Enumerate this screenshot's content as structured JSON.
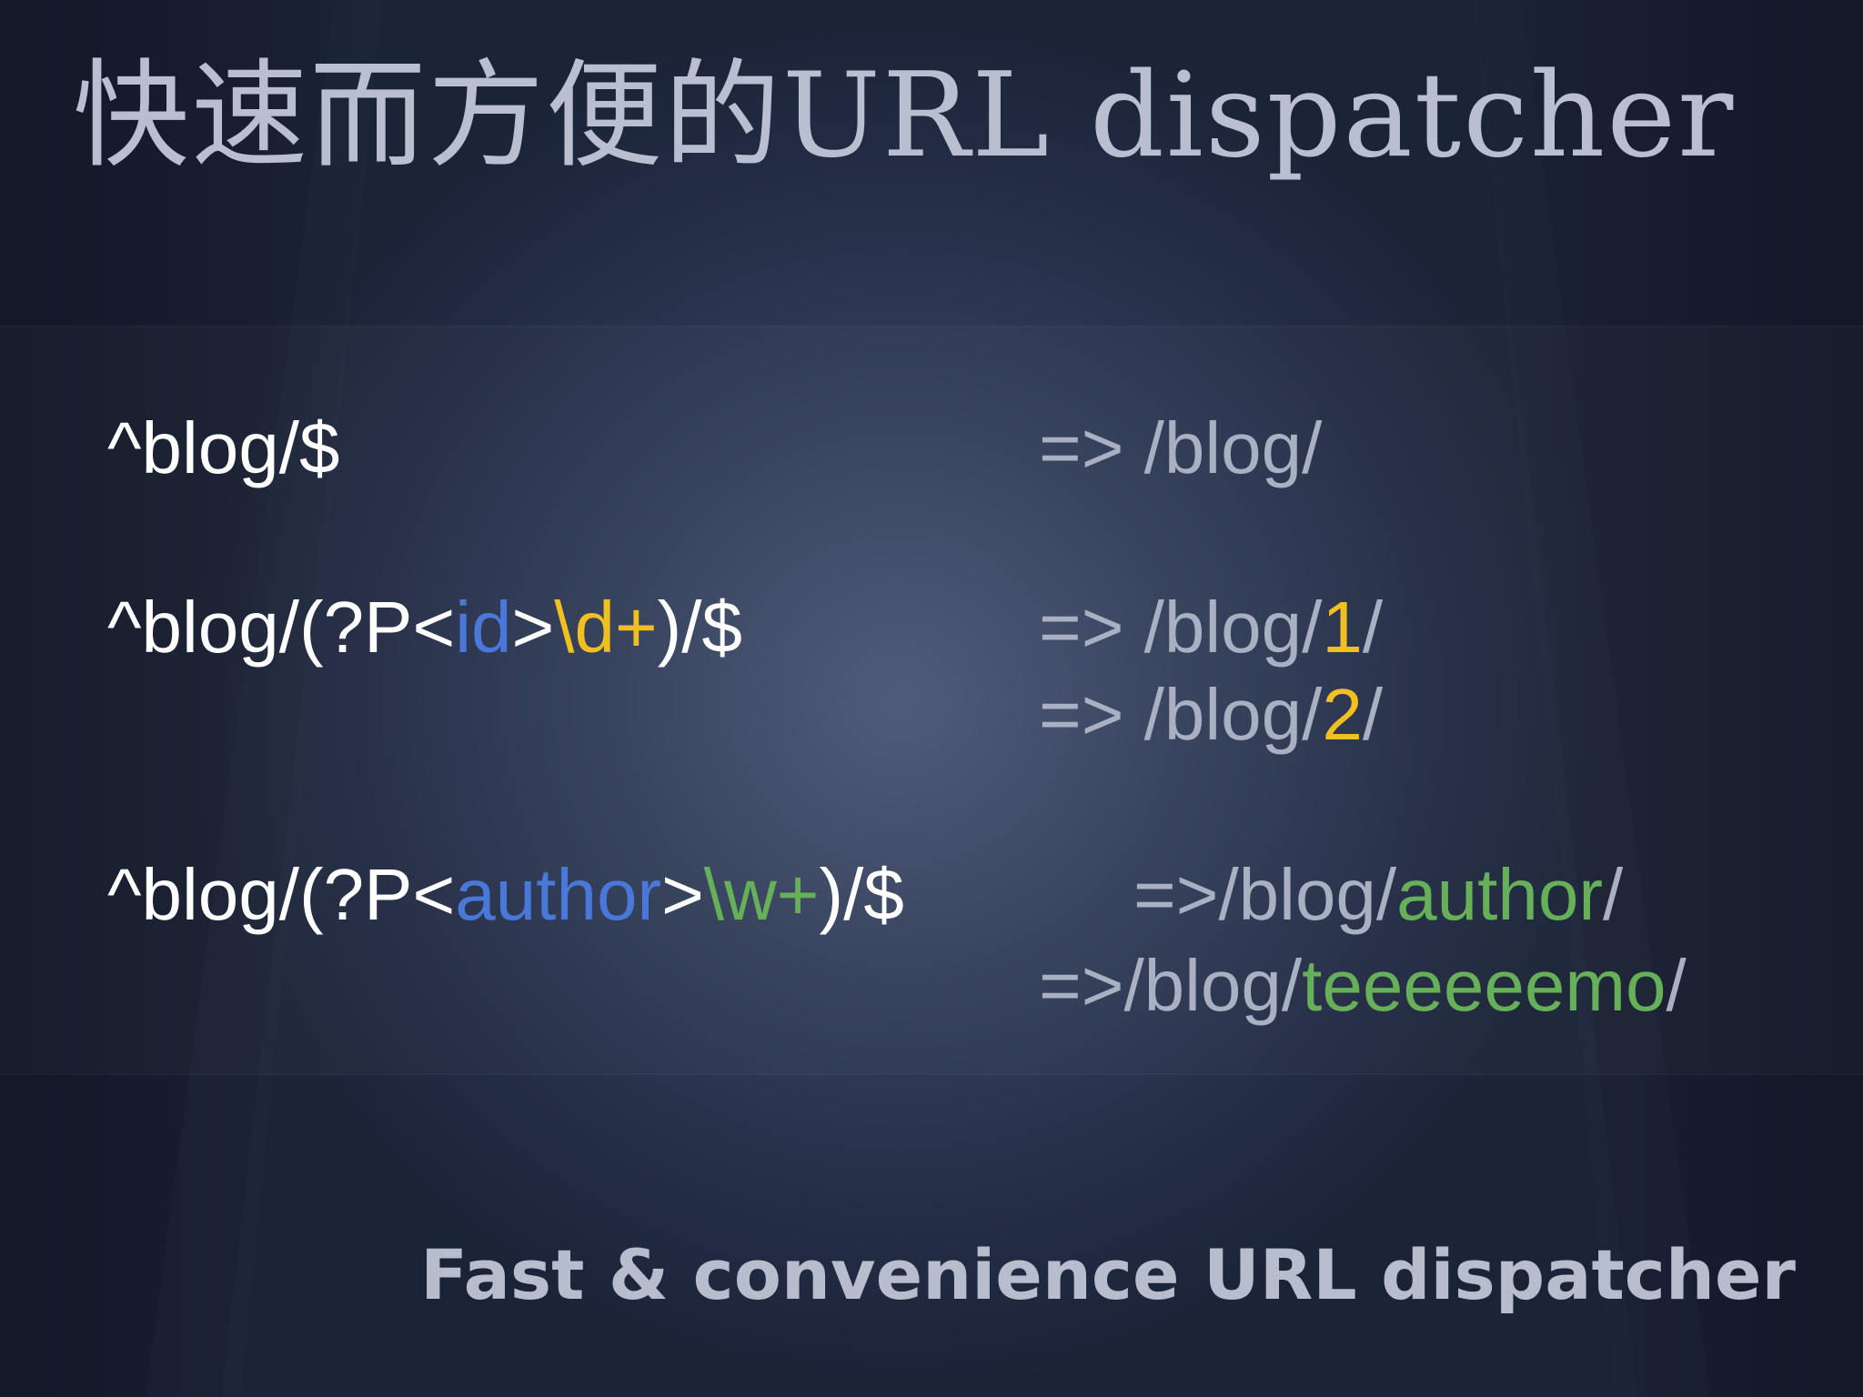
{
  "slide": {
    "title": "快速而方便的URL dispatcher",
    "subtitle": "Fast & convenience URL dispatcher",
    "rows": [
      {
        "pattern": {
          "prefix": "^blog/$"
        },
        "results": [
          {
            "prefix": "=> /blog/"
          }
        ]
      },
      {
        "pattern": {
          "prefix": "^blog/(?P<",
          "group_name": "id",
          "mid": ">",
          "regex": "\\d+",
          "suffix": ")/$"
        },
        "results": [
          {
            "prefix": "=> /blog/",
            "value": "1",
            "suffix": "/"
          },
          {
            "prefix": "=> /blog/",
            "value": "2",
            "suffix": "/"
          }
        ]
      },
      {
        "pattern": {
          "prefix": "^blog/(?P<",
          "group_name": "author",
          "mid": ">",
          "regex": "\\w+",
          "suffix": ")/$"
        },
        "results": [
          {
            "prefix": "=>/blog/",
            "value": "author",
            "suffix": "/"
          },
          {
            "prefix": "=>/blog/",
            "value": "teeeeeemo",
            "suffix": "/"
          }
        ]
      }
    ],
    "colors": {
      "background": "#2c3550",
      "title": "#b9bfd0",
      "pattern_text": "#ffffff",
      "result_text": "#a9b0c2",
      "group_name": "#4a78d9",
      "digit_regex": "#f0c020",
      "word_regex": "#66b05a"
    }
  }
}
